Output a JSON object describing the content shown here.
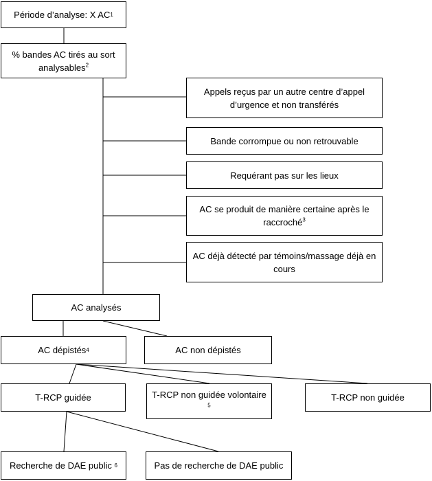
{
  "boxes": {
    "periode": {
      "text": "Période d’analyse: X AC",
      "sup": "1"
    },
    "bandes": {
      "text": "% bandes AC tirés au sort analysables",
      "sup": "2"
    },
    "exclusions": [
      {
        "text": "Appels reçus par un autre centre d’appel d’urgence et non transférés",
        "sup": ""
      },
      {
        "text": "Bande corrompue ou non retrouvable",
        "sup": ""
      },
      {
        "text": "Requérant pas sur les lieux",
        "sup": ""
      },
      {
        "text": "AC se produit de manière certaine après le raccroché",
        "sup": "3"
      },
      {
        "text": "AC déjà détecté par témoins/massage déjà en cours",
        "sup": ""
      }
    ],
    "analyses": {
      "text": "AC analysés",
      "sup": ""
    },
    "depistes": {
      "text": "AC dépistés",
      "sup": "4"
    },
    "non_depistes": {
      "text": "AC non dépistés",
      "sup": ""
    },
    "trcp_guidee": {
      "text": "T-RCP guidée",
      "sup": ""
    },
    "trcp_non_guidee_vol": {
      "text": "T-RCP non guidée volontaire",
      "sup": "5"
    },
    "trcp_non_guidee": {
      "text": "T-RCP non guidée",
      "sup": ""
    },
    "recherche_dae": {
      "text": "Recherche de DAE public",
      "sup": "6"
    },
    "pas_recherche_dae": {
      "text": "Pas de recherche de DAE public",
      "sup": ""
    }
  }
}
